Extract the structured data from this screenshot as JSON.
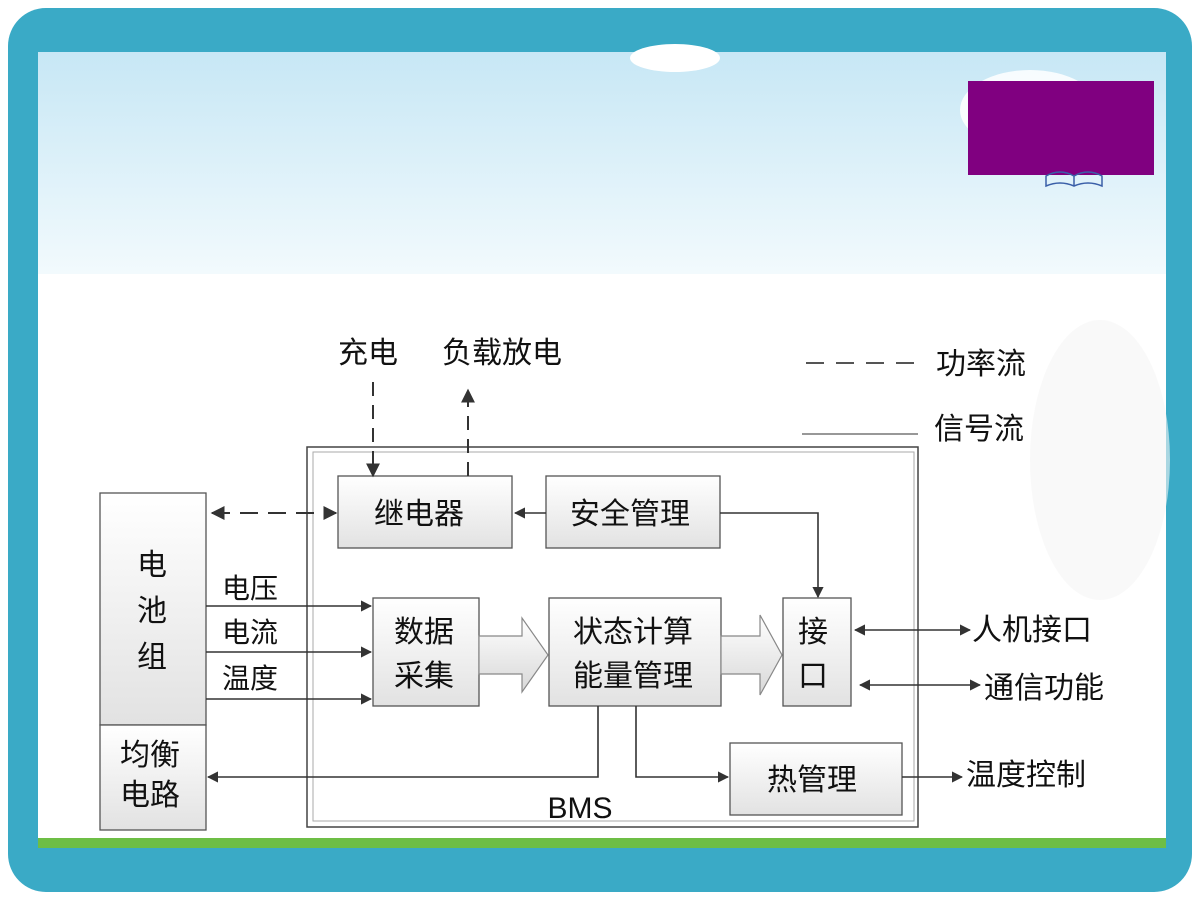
{
  "diagram": {
    "battery_pack": "电\n池\n组",
    "balance_circuit": "均衡\n电路",
    "charge": "充电",
    "load_discharge": "负载放电",
    "legend_power": "功率流",
    "legend_signal": "信号流",
    "relay": "继电器",
    "safety_mgmt": "安全管理",
    "voltage": "电压",
    "current": "电流",
    "temperature": "温度",
    "data_acq": "数据\n采集",
    "state_calc": "状态计算\n能量管理",
    "interface": "接\n口",
    "hmi": "人机接口",
    "comm": "通信功能",
    "thermal_mgmt": "热管理",
    "temp_control": "温度控制",
    "bms": "BMS"
  },
  "colors": {
    "frame": "#3aaac6",
    "sky_top": "#c7e7f5",
    "sky_bottom": "#f0f9fd",
    "accent_box": "#800080",
    "grass": "#6dbe45",
    "box_fill_top": "#ffffff",
    "box_fill_bottom": "#e4e4e4",
    "line": "#333333"
  }
}
